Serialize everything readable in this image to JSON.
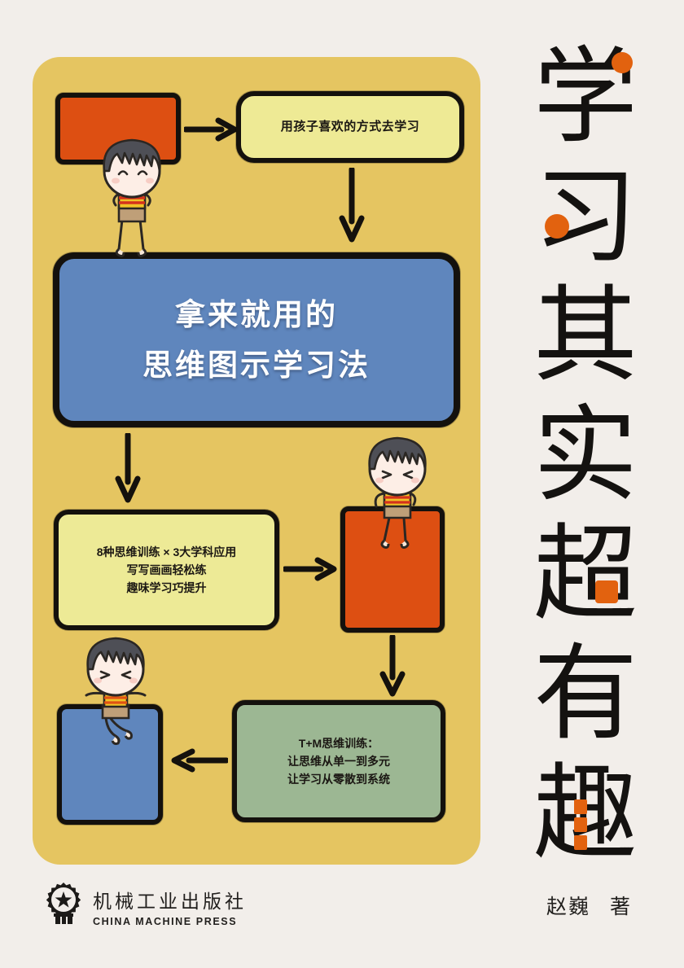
{
  "cover": {
    "background_color": "#f2eeea",
    "panel_color": "#e5c561"
  },
  "vertical_title": {
    "full_text": "学习其实超有趣",
    "chars": [
      "学",
      "习",
      "其",
      "实",
      "超",
      "有",
      "趣"
    ],
    "accent_color": "#e2620f",
    "text_color": "#141210"
  },
  "flowchart": {
    "nodes": [
      {
        "id": "orange-top",
        "label": "",
        "color": "#dd4f12"
      },
      {
        "id": "callout",
        "label": "用孩子喜欢的方式去学习",
        "color": "#eeea95"
      },
      {
        "id": "title",
        "lines": [
          "拿来就用的",
          "思维图示学习法"
        ],
        "color": "#5f86bd",
        "text_color": "#ffffff"
      },
      {
        "id": "info",
        "lines": [
          "8种思维训练 × 3大学科应用",
          "写写画画轻松练",
          "趣味学习巧提升"
        ],
        "color": "#edea96"
      },
      {
        "id": "orange-mid",
        "label": "",
        "color": "#dd4f12"
      },
      {
        "id": "green",
        "lines": [
          "T+M思维训练：",
          "让思维从单一到多元",
          "让学习从零散到系统"
        ],
        "color": "#9cb793"
      },
      {
        "id": "blue-bottom",
        "label": "",
        "color": "#5f86bd"
      }
    ],
    "arrows": [
      {
        "id": "arrow-right-top",
        "direction": "right"
      },
      {
        "id": "arrow-down-callout",
        "direction": "down"
      },
      {
        "id": "arrow-down-title",
        "direction": "down"
      },
      {
        "id": "arrow-right-info",
        "direction": "right"
      },
      {
        "id": "arrow-down-orange",
        "direction": "down"
      },
      {
        "id": "arrow-left-green",
        "direction": "left"
      }
    ],
    "characters": [
      {
        "id": "kid-top-left"
      },
      {
        "id": "kid-middle-right"
      },
      {
        "id": "kid-bottom-left"
      }
    ]
  },
  "publisher": {
    "name_cn": "机械工业出版社",
    "name_en": "CHINA MACHINE PRESS",
    "logo": "gear-star-logo"
  },
  "author": {
    "name": "赵巍",
    "role": "著"
  }
}
